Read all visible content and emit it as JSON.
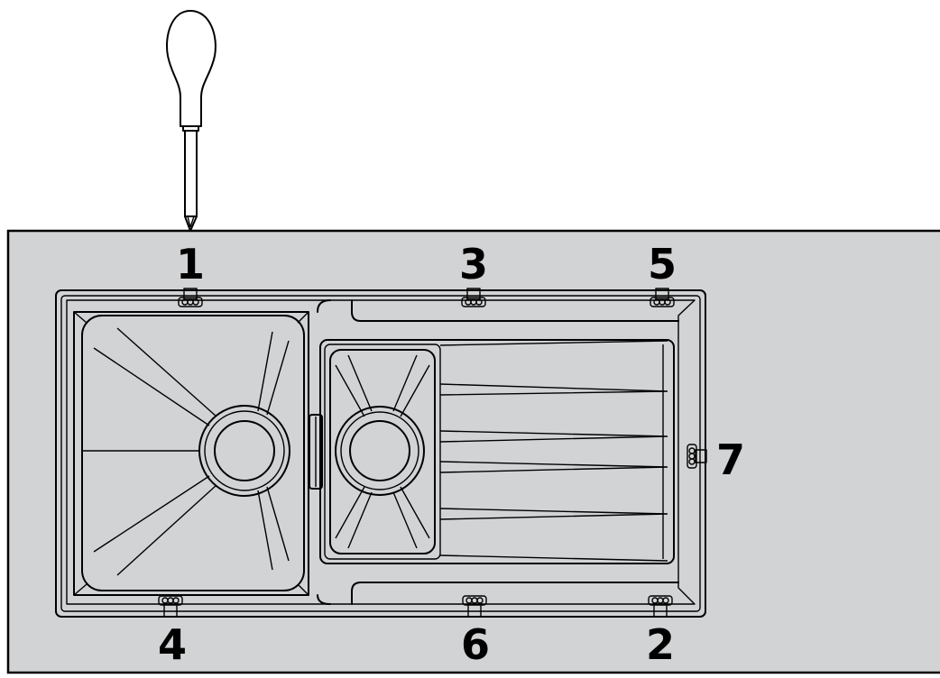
{
  "diagram": {
    "clip_labels": [
      "1",
      "3",
      "5",
      "4",
      "6",
      "2",
      "7"
    ],
    "colors": {
      "countertop": "#d2d3d5",
      "sink": "#ffffff",
      "outline": "#000000"
    },
    "icons": [
      "screwdriver-icon",
      "sink-icon",
      "mounting-clip-icon"
    ]
  }
}
